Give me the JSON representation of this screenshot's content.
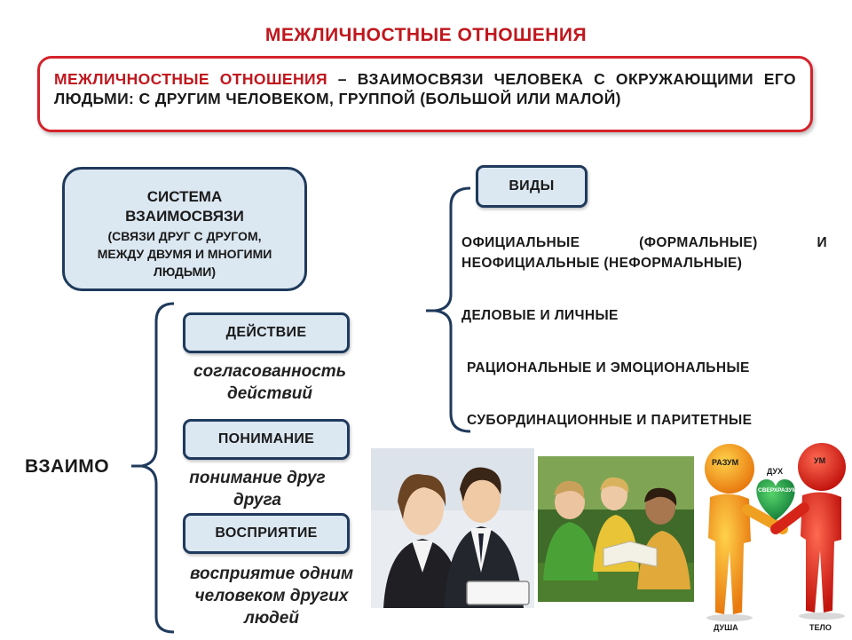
{
  "title": "МЕЖЛИЧНОСТНЫЕ ОТНОШЕНИЯ",
  "definition": {
    "term": "МЕЖЛИЧНОСТНЫЕ ОТНОШЕНИЯ",
    "text": " – ВЗАИМОСВЯЗИ ЧЕЛОВЕКА С ОКРУЖАЮЩИМИ ЕГО ЛЮДЬМИ: С ДРУГИМ ЧЕЛОВЕКОМ, ГРУППОЙ (БОЛЬШОЙ ИЛИ МАЛОЙ)"
  },
  "system": {
    "title": "СИСТЕМА ВЗАИМОСВЯЗИ",
    "subtitle": "(СВЯЗИ ДРУГ С ДРУГОМ, МЕЖДУ ДВУМЯ И МНОГИМИ ЛЮДЬМИ)"
  },
  "vzaimo": "ВЗАИМО",
  "components": [
    {
      "label": "ДЕЙСТВИЕ",
      "desc": "согласованность действий"
    },
    {
      "label": "ПОНИМАНИЕ",
      "desc": "понимание друг друга"
    },
    {
      "label": "ВОСПРИЯТИЕ",
      "desc": "восприятие одним человеком других людей"
    }
  ],
  "types": {
    "label": "ВИДЫ",
    "items": [
      "ОФИЦИАЛЬНЫЕ (ФОРМАЛЬНЫЕ) И НЕОФИЦИАЛЬНЫЕ (НЕФОРМАЛЬНЫЕ)",
      "ДЕЛОВЫЕ И ЛИЧНЫЕ",
      "РАЦИОНАЛЬНЫЕ И ЭМОЦИОНАЛЬНЫЕ",
      "СУБОРДИНАЦИОННЫЕ И ПАРИТЕТНЫЕ"
    ]
  },
  "figure_labels": {
    "razum": "РАЗУМ",
    "um": "УМ",
    "dukh": "ДУХ",
    "sverkhrazum": "СВЕРХРАЗУМ",
    "dusha": "ДУША",
    "telo": "ТЕЛО"
  },
  "colors": {
    "accent_red": "#c0171d",
    "box_fill": "#dbe7f1",
    "box_border": "#1f3a5c",
    "bracket": "#1f3a5c"
  }
}
